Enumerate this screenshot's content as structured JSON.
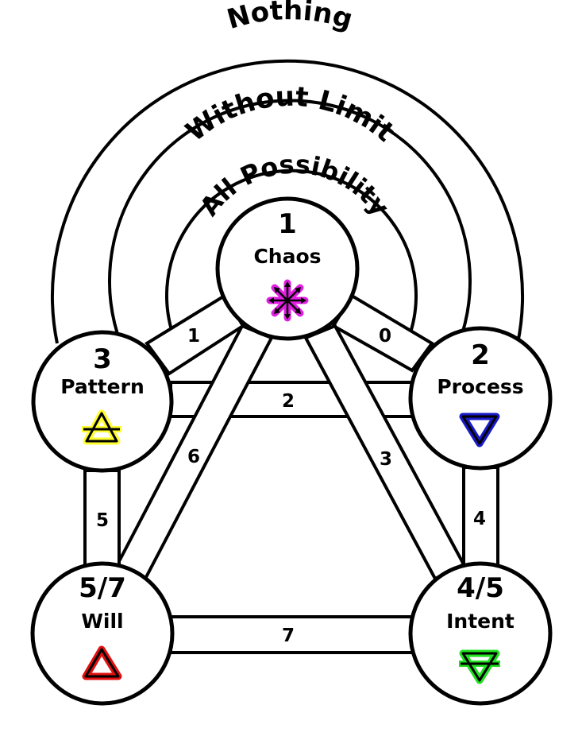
{
  "rings": {
    "outer": "Nothing",
    "middle": "Without Limit",
    "inner": "All Possibility"
  },
  "nodes": {
    "chaos": {
      "number": "1",
      "name": "Chaos",
      "symbol": "chaos-star-icon",
      "color": "#e020e0"
    },
    "process": {
      "number": "2",
      "name": "Process",
      "symbol": "water-triangle-icon",
      "color": "#1a1ac8"
    },
    "pattern": {
      "number": "3",
      "name": "Pattern",
      "symbol": "air-triangle-icon",
      "color": "#ffff30"
    },
    "will": {
      "number": "5/7",
      "name": "Will",
      "symbol": "fire-triangle-icon",
      "color": "#e01010"
    },
    "intent": {
      "number": "4/5",
      "name": "Intent",
      "symbol": "earth-triangle-icon",
      "color": "#20e020"
    }
  },
  "paths": {
    "p0": "0",
    "p1": "1",
    "p2": "2",
    "p3": "3",
    "p4": "4",
    "p5": "5",
    "p6": "6",
    "p7": "7"
  }
}
